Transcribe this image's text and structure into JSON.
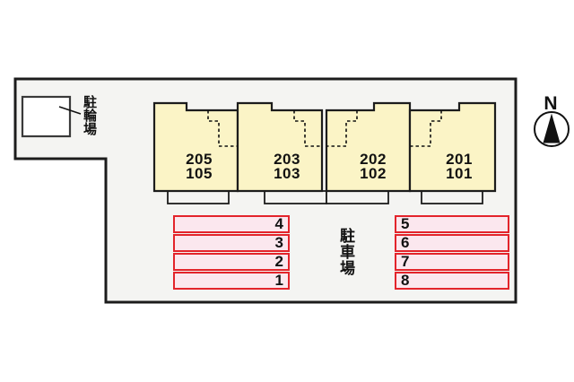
{
  "plan": {
    "compass_label": "N",
    "bicycle_parking": {
      "label": "駐輪場"
    },
    "parking_lot": {
      "label": "駐車場"
    },
    "units": [
      {
        "upper": "205",
        "lower": "105"
      },
      {
        "upper": "203",
        "lower": "103"
      },
      {
        "upper": "202",
        "lower": "102"
      },
      {
        "upper": "201",
        "lower": "101"
      }
    ],
    "stalls_left": [
      "4",
      "3",
      "2",
      "1"
    ],
    "stalls_right": [
      "5",
      "6",
      "7",
      "8"
    ],
    "colors": {
      "plot_fill": "#f4f4f2",
      "outline": "#1c1c1c",
      "building_fill": "#fbf4c6",
      "stall_fill": "#fbe7ee",
      "stall_border": "#e3242b",
      "shed_fill": "#ffffff"
    }
  }
}
